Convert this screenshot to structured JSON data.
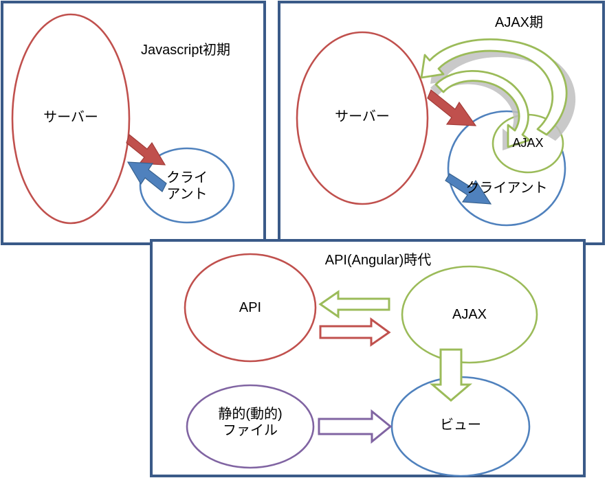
{
  "diagram": {
    "title": "Web architecture evolution diagram",
    "background": "#ffffff",
    "panel_border_color": "#3a5a88",
    "colors": {
      "red": "#c0504d",
      "blue": "#4f81bd",
      "green": "#9bbb59",
      "purple": "#8064a2",
      "shadow": "#bfbfbf",
      "panel_border": "#3a5a88",
      "text": "#000000",
      "white": "#ffffff"
    },
    "panels": [
      {
        "id": "panel-javascript-early",
        "title": "Javascript初期",
        "nodes": [
          {
            "id": "server",
            "label": "サーバー",
            "shape": "ellipse",
            "color": "#c0504d"
          },
          {
            "id": "client",
            "label": "クライ\nアント",
            "shape": "ellipse",
            "color": "#4f81bd"
          }
        ],
        "arrows": [
          {
            "id": "server-to-client",
            "from": "server",
            "to": "client",
            "color": "#c0504d",
            "style": "solid-block"
          },
          {
            "id": "client-to-server",
            "from": "client",
            "to": "server",
            "color": "#4f81bd",
            "style": "solid-block"
          }
        ]
      },
      {
        "id": "panel-ajax",
        "title": "AJAX期",
        "nodes": [
          {
            "id": "server2",
            "label": "サーバー",
            "shape": "ellipse",
            "color": "#c0504d"
          },
          {
            "id": "client2",
            "label": "クライアント",
            "shape": "ellipse",
            "color": "#4f81bd"
          },
          {
            "id": "ajax2",
            "label": "AJAX",
            "shape": "ellipse",
            "color": "#9bbb59"
          }
        ],
        "arrows": [
          {
            "id": "server-to-client-2",
            "from": "server2",
            "to": "client2",
            "color": "#c0504d",
            "style": "solid-block"
          },
          {
            "id": "client-to-server-2",
            "from": "client2",
            "to": "server2",
            "color": "#4f81bd",
            "style": "solid-block"
          },
          {
            "id": "ajax-curve-out",
            "from": "ajax2",
            "to": "server2",
            "color": "#9bbb59",
            "style": "curved-outline"
          },
          {
            "id": "ajax-curve-in",
            "from": "server2",
            "to": "ajax2",
            "color": "#9bbb59",
            "style": "curved-outline"
          }
        ]
      },
      {
        "id": "panel-api-angular",
        "title": "API(Angular)時代",
        "nodes": [
          {
            "id": "api",
            "label": "API",
            "shape": "ellipse",
            "color": "#c0504d"
          },
          {
            "id": "ajax3",
            "label": "AJAX",
            "shape": "ellipse",
            "color": "#9bbb59"
          },
          {
            "id": "static-files",
            "label": "静的(動的)\nファイル",
            "shape": "ellipse",
            "color": "#8064a2"
          },
          {
            "id": "view",
            "label": "ビュー",
            "shape": "ellipse",
            "color": "#4f81bd"
          }
        ],
        "arrows": [
          {
            "id": "ajax-to-api",
            "from": "ajax3",
            "to": "api",
            "color": "#9bbb59",
            "style": "block-outline",
            "direction": "left"
          },
          {
            "id": "api-to-ajax",
            "from": "api",
            "to": "ajax3",
            "color": "#c0504d",
            "style": "block-outline",
            "direction": "right"
          },
          {
            "id": "ajax-to-view",
            "from": "ajax3",
            "to": "view",
            "color": "#9bbb59",
            "style": "block-outline",
            "direction": "down"
          },
          {
            "id": "static-to-view",
            "from": "static-files",
            "to": "view",
            "color": "#8064a2",
            "style": "block-outline",
            "direction": "right"
          }
        ]
      }
    ]
  }
}
